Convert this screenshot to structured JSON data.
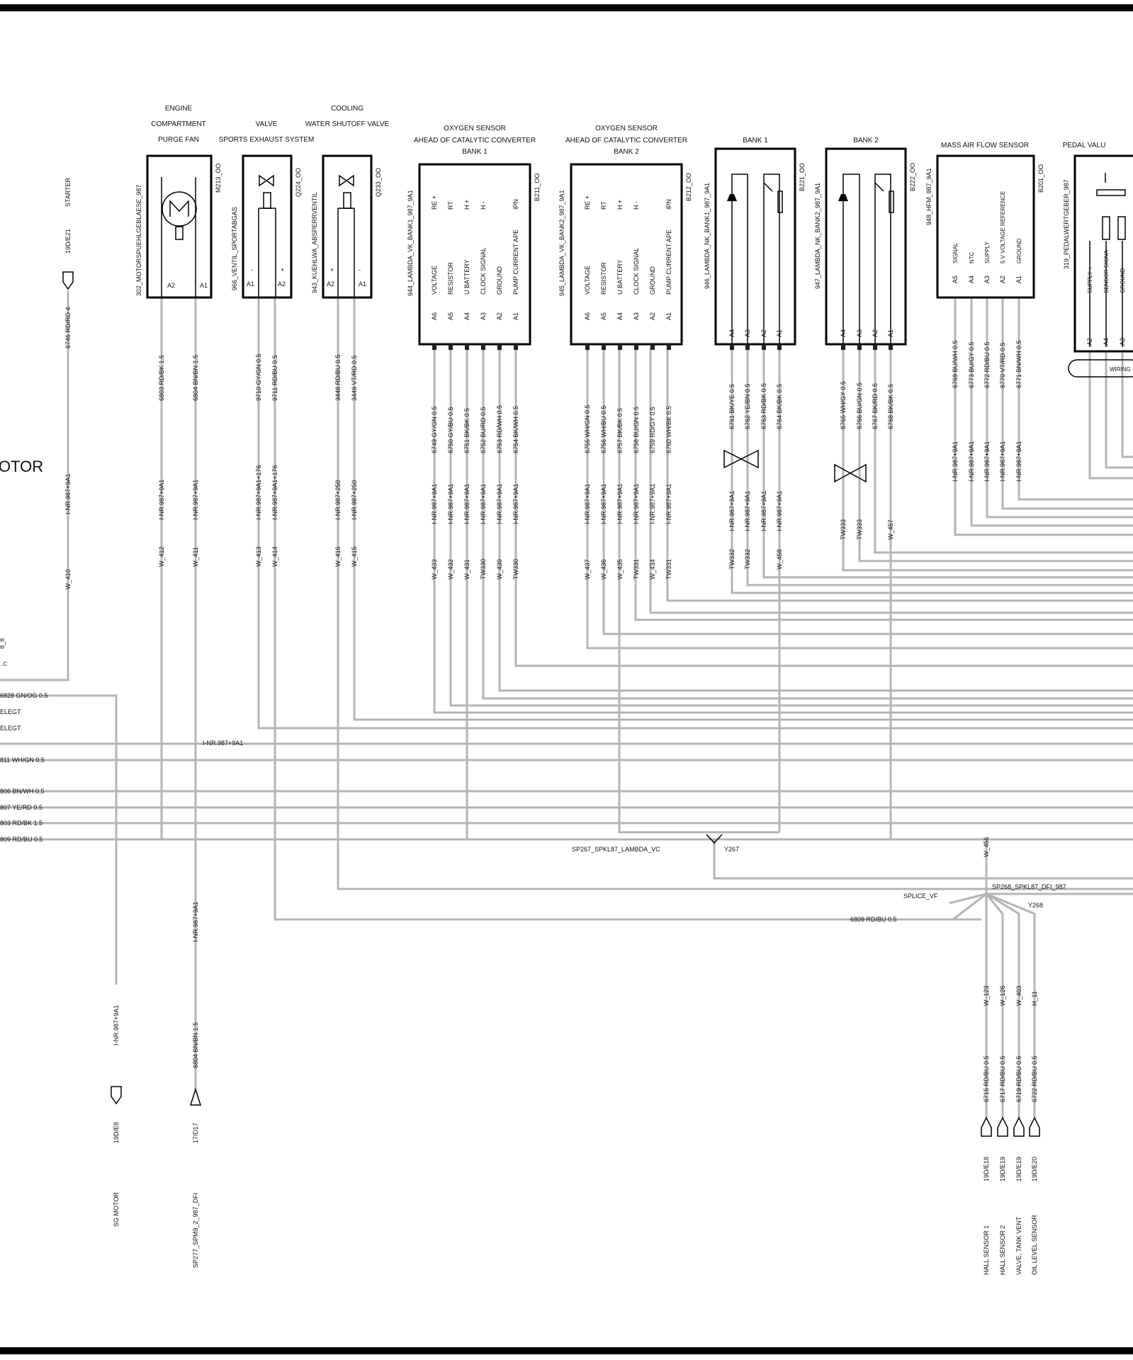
{
  "left": {
    "motor_text": "OTOR",
    "starter": {
      "title": "STARTER",
      "ref": "19D/E21",
      "wire": "6746 RD/RD 4",
      "inr": "I-NR.987+9A1",
      "w": "W_410"
    },
    "cut_ids": [
      "8_8",
      "..C"
    ],
    "wires": [
      "6828 GN/OG 0.5",
      "ELEGT",
      "ELEGT",
      "811 WH/GN 0.5",
      "806 BN/WH 0.5",
      "807 YE/RD 0.5",
      "803 RD/BK 1.5",
      "809 RD/BU 0.5"
    ],
    "inr_mid": "I-NR.987+9A1",
    "sg_motor": {
      "inr": "I-NR.987+9A1",
      "ref": "19D/E8",
      "name": "SG MOTOR"
    },
    "sp277": {
      "inr": "I-NR.987+9A1",
      "wire": "6804 BN/BN 1.5",
      "ref": "17/D17",
      "name": "SP277_SPM9_2_987_DFI"
    }
  },
  "components": [
    {
      "id": "purge_fan",
      "title_lines": [
        "ENGINE",
        "COMPARTMENT",
        "PURGE FAN"
      ],
      "name": "302_MOTORSPUEHLGEBLAESE_987",
      "code": "M213_OO",
      "pins": [
        "A2",
        "A1"
      ],
      "wires": [
        "6803 RD/BK 1.5",
        "6804 BN/BN 1.5"
      ],
      "inr": [
        "I-NR.987+9A1",
        "I-NR.987+9A1"
      ],
      "w": [
        "W_412",
        "W_411"
      ]
    },
    {
      "id": "exhaust_valve",
      "title_lines": [
        "VALVE",
        "SPORTS EXHAUST SYSTEM"
      ],
      "name": "966_VENTIL_SPORTABGAS",
      "code": "Q224_OO",
      "pins": [
        "A1",
        "A2"
      ],
      "signs": [
        "-",
        "+"
      ],
      "wires": [
        "9710 GY/GN 0.5",
        "9711 RD/BU 0.5"
      ],
      "inr": [
        "I-NR.987+9A1+176",
        "I-NR.987+9A1+176"
      ],
      "w": [
        "W_413",
        "W_414"
      ]
    },
    {
      "id": "water_valve",
      "title_lines": [
        "COOLING",
        "WATER SHUTOFF VALVE"
      ],
      "name": "943_KUEHLWA_ABSPERRVENTIL",
      "code": "Q233_OO",
      "pins": [
        "A2",
        "A1"
      ],
      "signs": [
        "+",
        "-"
      ],
      "wires": [
        "3448 RD/BU 0.5",
        "3449 VT/RD 0.5"
      ],
      "inr": [
        "I-NR.987+250",
        "I-NR.987+250"
      ],
      "w": [
        "W_416",
        "W_415"
      ]
    },
    {
      "id": "o2_bank1",
      "title_lines": [
        "OXYGEN SENSOR",
        "AHEAD OF CATALYTIC CONVERTER",
        "BANK 1"
      ],
      "name": "944_LAMBDA_VK_BANK1_987_9A1",
      "code": "B211_OO",
      "pins": [
        "A6",
        "A5",
        "A4",
        "A3",
        "A2",
        "A1"
      ],
      "pin_labels": [
        "VOLTAGE",
        "RESISTOR",
        "U BATTERY",
        "CLOCK SIGNAL",
        "GROUND",
        "PUMP CURRENT APE"
      ],
      "sig": [
        "RE +",
        "RT",
        "H +",
        "H -",
        "",
        "IPN"
      ],
      "wires": [
        "6749 GY/GN 0.5",
        "6750 GY/BU 0.5",
        "6751 BK/BK 0.5",
        "6752 BU/RD 0.5",
        "6753 RD/WH 0.5",
        "6754 BK/WH 0.5"
      ],
      "inr": [
        "I-NR.987+9A1",
        "I-NR.987+9A1",
        "I-NR.987+9A1",
        "I-NR.987+9A1",
        "I-NR.987+9A1",
        "I-NR.987+9A1"
      ],
      "w": [
        "W_433",
        "W_432",
        "W_431",
        "TW330",
        "W_430",
        "TW330"
      ]
    },
    {
      "id": "o2_bank2",
      "title_lines": [
        "OXYGEN SENSOR",
        "AHEAD OF CATALYTIC CONVERTER",
        "BANK 2"
      ],
      "name": "945_LAMBDA_VK_BANK2_987_9A1",
      "code": "B212_OO",
      "pins": [
        "A6",
        "A5",
        "A4",
        "A3",
        "A2",
        "A1"
      ],
      "pin_labels": [
        "VOLTAGE",
        "RESISTOR",
        "U BATTERY",
        "CLOCK SIGNAL",
        "GROUND",
        "PUMP CURRENT APE"
      ],
      "sig": [
        "RE +",
        "RT",
        "H +",
        "H -",
        "",
        "IPN"
      ],
      "wires": [
        "6755 WH/GN 0.5",
        "6756 WH/BU 0.5",
        "6757 BK/BK 0.5",
        "6758 BU/GN 0.5",
        "6759 RD/GY 0.5",
        "6760 WH/BK 0.5"
      ],
      "inr": [
        "I-NR.987+9A1",
        "I-NR.987+9A1",
        "I-NR.987+9A1",
        "I-NR.987+9A1",
        "I-NR.987+9A1",
        "I-NR.987+9A1"
      ],
      "w": [
        "W_437",
        "W_436",
        "W_435",
        "TW331",
        "W_434",
        "TW331"
      ]
    },
    {
      "id": "nk_bank1",
      "title_lines": [
        "BANK 1"
      ],
      "name": "946_LAMBDA_NK_BANK1_987_9A1",
      "code": "B221_OO",
      "pins": [
        "A4",
        "A3",
        "A2",
        "A1"
      ],
      "wires": [
        "6761 BK/YE 0.5",
        "6762 YE/BN 0.5",
        "6763 RD/BK 0.5",
        "6764 BK/BK 0.5"
      ],
      "inr": [
        "I-NR.987+9A1",
        "I-NR.987+9A1",
        "I-NR.987+9A1",
        "I-NR.987+9A1"
      ],
      "w": [
        "TW332",
        "TW332",
        "W_458"
      ]
    },
    {
      "id": "nk_bank2",
      "title_lines": [
        "BANK 2"
      ],
      "name": "947_LAMBDA_NK_BANK2_987_9A1",
      "code": "B222_OO",
      "pins": [
        "A4",
        "A3",
        "A2",
        "A1"
      ],
      "wires": [
        "6765 WH/GY 0.5",
        "6766 BU/GN 0.5",
        "6767 BK/RD 0.5",
        "6768 BK/BK 0.5"
      ],
      "w": [
        "TW333",
        "TW333",
        "W_457"
      ]
    },
    {
      "id": "maf",
      "title_lines": [
        "MASS AIR FLOW SENSOR"
      ],
      "name": "948_HFM_987_9A1",
      "code": "B201_OO",
      "pins": [
        "A5",
        "A4",
        "A3",
        "A2",
        "A1"
      ],
      "pin_labels": [
        "SIGNAL",
        "NTC",
        "SUPPLY",
        "5 V VOLTAGE REFERENCE",
        "GROUND"
      ],
      "wires": [
        "6769 BU/WH 0.5",
        "6773 BU/GY 0.5",
        "6772 RD/BU 0.5",
        "6770 VT/RD 0.5",
        "6771 BN/WH 0.5"
      ],
      "inr": [
        "I-NR.987+9A1",
        "I-NR.987+9A1",
        "I-NR.987+9A1",
        "I-NR.987+9A1",
        "I-NR.987+9A1"
      ]
    },
    {
      "id": "pedal",
      "title_lines": [
        "PEDAL VALU"
      ],
      "name": "319_PEDALWERTGEBER_987",
      "pins": [
        "A2",
        "A4",
        "A3"
      ],
      "pin_labels": [
        "SUPPLY +",
        "SENSOR SIGNA",
        "GROUND"
      ],
      "wiring": "WIRING"
    }
  ],
  "splices": {
    "sp267": {
      "name": "SP267_SPKL87_LAMBDA_VC",
      "y": "Y267"
    },
    "sp268": {
      "name": "SP268_SPKL87_DFI_987",
      "y": "Y268",
      "splice": "SPLICE_VF",
      "w": "W_456",
      "wire": "6809 RD/BU 0.5"
    }
  },
  "hall": {
    "w": [
      "W_123",
      "W_126",
      "W_403",
      "H_11"
    ],
    "wires": [
      "6715 RD/BU 0.5",
      "6717 RD/BU 0.5",
      "6719 RD/BU 0.5",
      "6722 RD/BU 0.5"
    ],
    "refs": [
      "19D/E18",
      "19D/E19",
      "19D/E19",
      "19D/E20"
    ],
    "names": [
      "HALL SENSOR 1",
      "HALL SENSOR 2",
      "VALVE, TANK VENT",
      "OIL LEVEL SENSOR"
    ]
  }
}
